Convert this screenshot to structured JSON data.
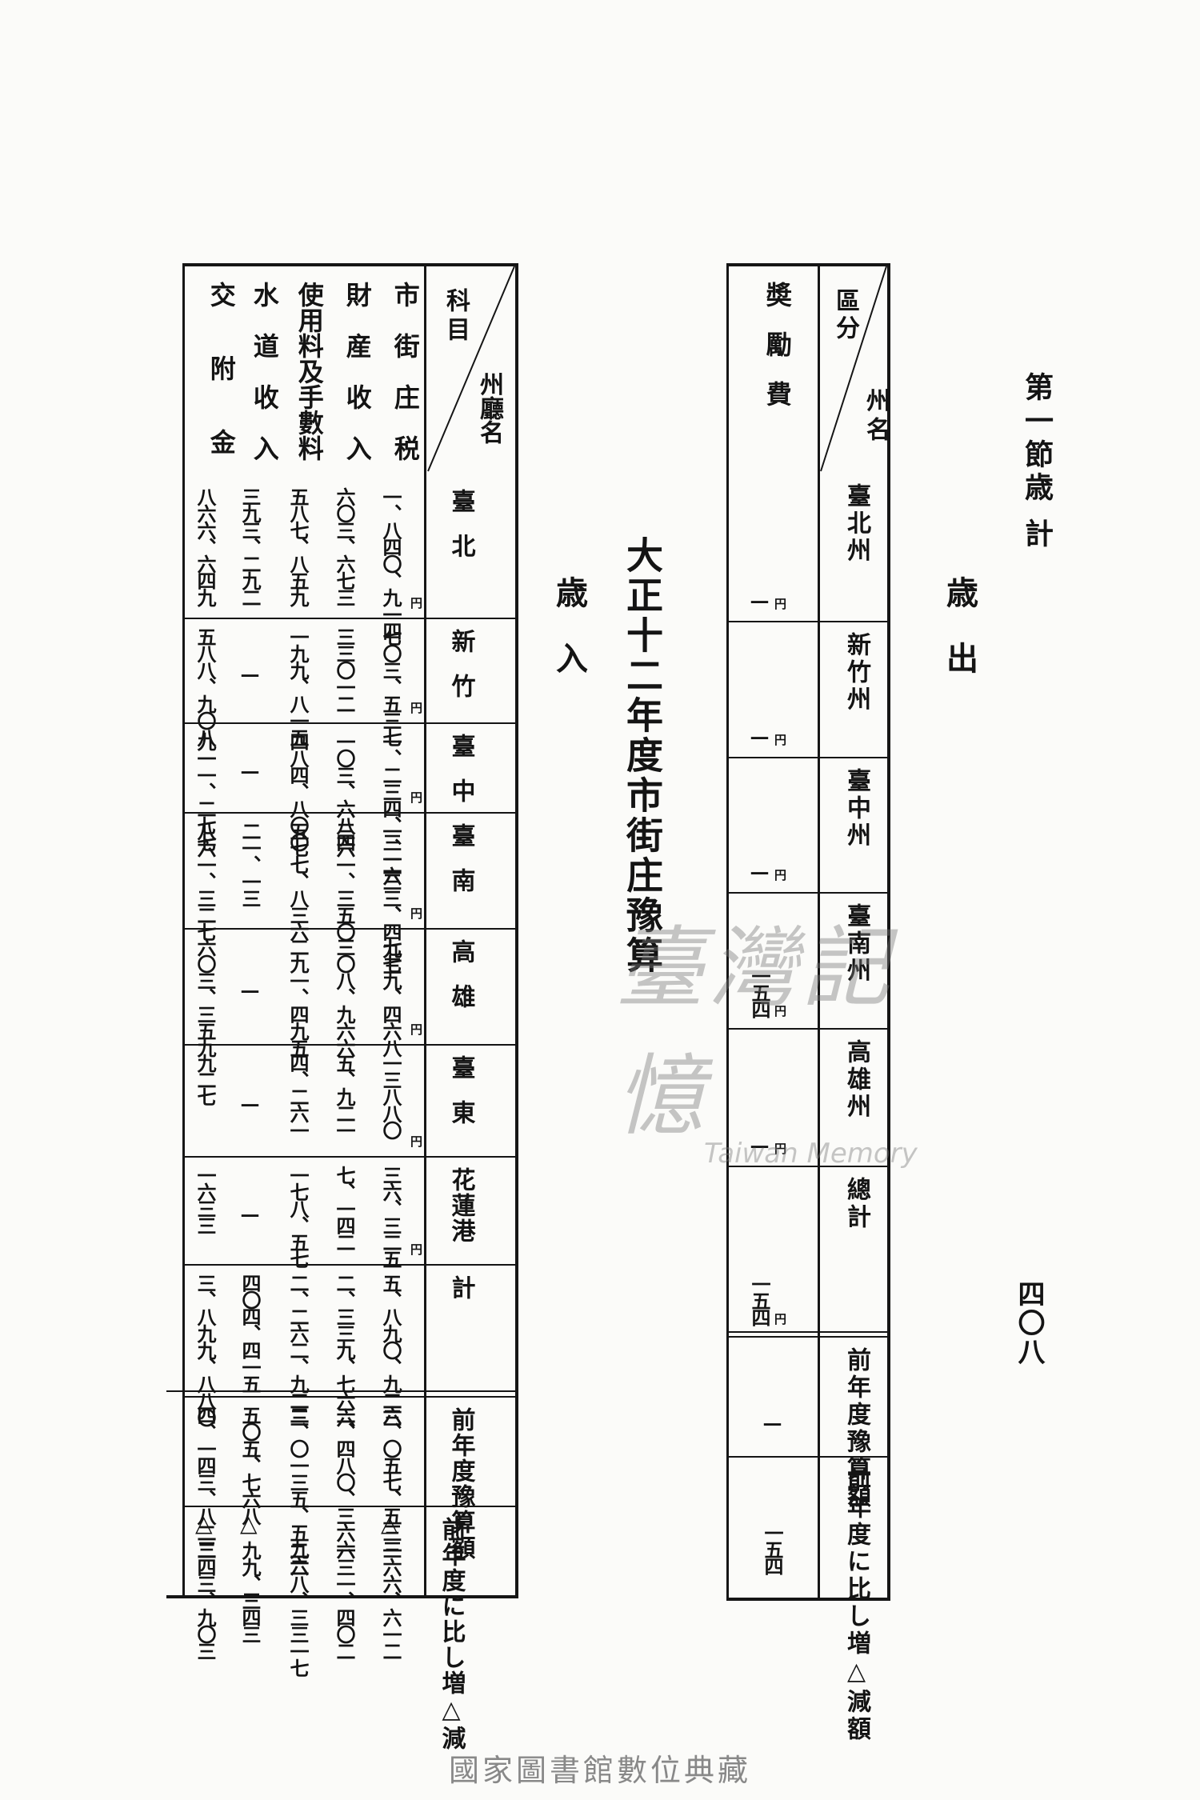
{
  "running_head": {
    "section": "第一節",
    "title": "歳計"
  },
  "page_number": "四〇八",
  "main_title": "大正十二年度市街庄豫算",
  "expenditure": {
    "heading": "歳出",
    "header": {
      "region": "州名",
      "category": "區分"
    },
    "item": "奬勵費",
    "columns": [
      {
        "name": "臺北州",
        "value": "—",
        "unit": "円"
      },
      {
        "name": "新竹州",
        "value": "—",
        "unit": "円"
      },
      {
        "name": "臺中州",
        "value": "—",
        "unit": "円"
      },
      {
        "name": "臺南州",
        "value": "一五四",
        "unit": "円"
      },
      {
        "name": "高雄州",
        "value": "—",
        "unit": "円"
      },
      {
        "name": "總計",
        "value": "一五四",
        "unit": "円"
      },
      {
        "name": "前年度豫算額",
        "value": "—",
        "unit": ""
      },
      {
        "name": "前年度に比し増△減額",
        "value": "一五四",
        "unit": ""
      }
    ]
  },
  "revenue": {
    "heading": "歳入",
    "header": {
      "region": "州廳名",
      "category": "科目"
    },
    "rows": [
      "市街庄税",
      "財産收入",
      "使用料及手數料",
      "水道收入",
      "交附金"
    ],
    "columns": [
      {
        "name": "臺北",
        "unit": "円",
        "values": [
          "一、八四〇、九一四",
          "六〇三、六七三",
          "五八七、八五九",
          "三九三、二九二",
          "八六六、六四九"
        ]
      },
      {
        "name": "新竹",
        "unit": "円",
        "values": [
          "七〇三、五三七",
          "三三〇一二",
          "一九九、八一五",
          "—",
          "五八八、九〇八"
        ]
      },
      {
        "name": "臺中",
        "unit": "円",
        "values": [
          "一、二三四、三一六",
          "一〇三、六八四",
          "四八四、八〇〇",
          "—",
          "九一一、二七七"
        ]
      },
      {
        "name": "臺南",
        "unit": "円",
        "values": [
          "一、二三三、四九三",
          "三六一、三五〇",
          "五七七、八三六",
          "二一、一三",
          "八六一、三二七"
        ]
      },
      {
        "name": "高雄",
        "unit": "円",
        "values": [
          "七七九、四六八",
          "三〇八、九六六",
          "二九一、四九五",
          "—",
          "六〇三、三五九"
        ]
      },
      {
        "name": "臺東",
        "unit": "円",
        "values": [
          "一三八八〇",
          "五、九二一",
          "四、二六一",
          "—",
          "九二七"
        ]
      },
      {
        "name": "花蓮港",
        "unit": "円",
        "values": [
          "三六、三二五",
          "七、一四二",
          "一七八、五七",
          "—",
          "一六三三"
        ]
      },
      {
        "name": "計",
        "unit": "",
        "values": [
          "五、八九〇、九二三",
          "二、三三九、七六六",
          "二、二六二、九二三",
          "四〇四、四一五",
          "三、八九九、八八〇"
        ]
      },
      {
        "name": "前年度豫算額",
        "unit": "",
        "values": [
          "六、〇五七、五三三",
          "二、四八〇、三六六",
          "二、〇一三五、五九六",
          "五〇五、七六八",
          "四、一四三、八二三"
        ]
      },
      {
        "name": "前年度に比し増△減",
        "unit": "",
        "triangles": [
          "△",
          "",
          "",
          "△",
          "△"
        ],
        "values": [
          "一六六、六一二",
          "一三一、四〇二",
          "二二八、三三一七",
          "九九、三四三",
          "二四三、九〇三"
        ]
      }
    ]
  },
  "watermark": {
    "text": "臺灣記憶",
    "subtitle": "Taiwan Memory"
  },
  "footer": "國家圖書館數位典藏"
}
